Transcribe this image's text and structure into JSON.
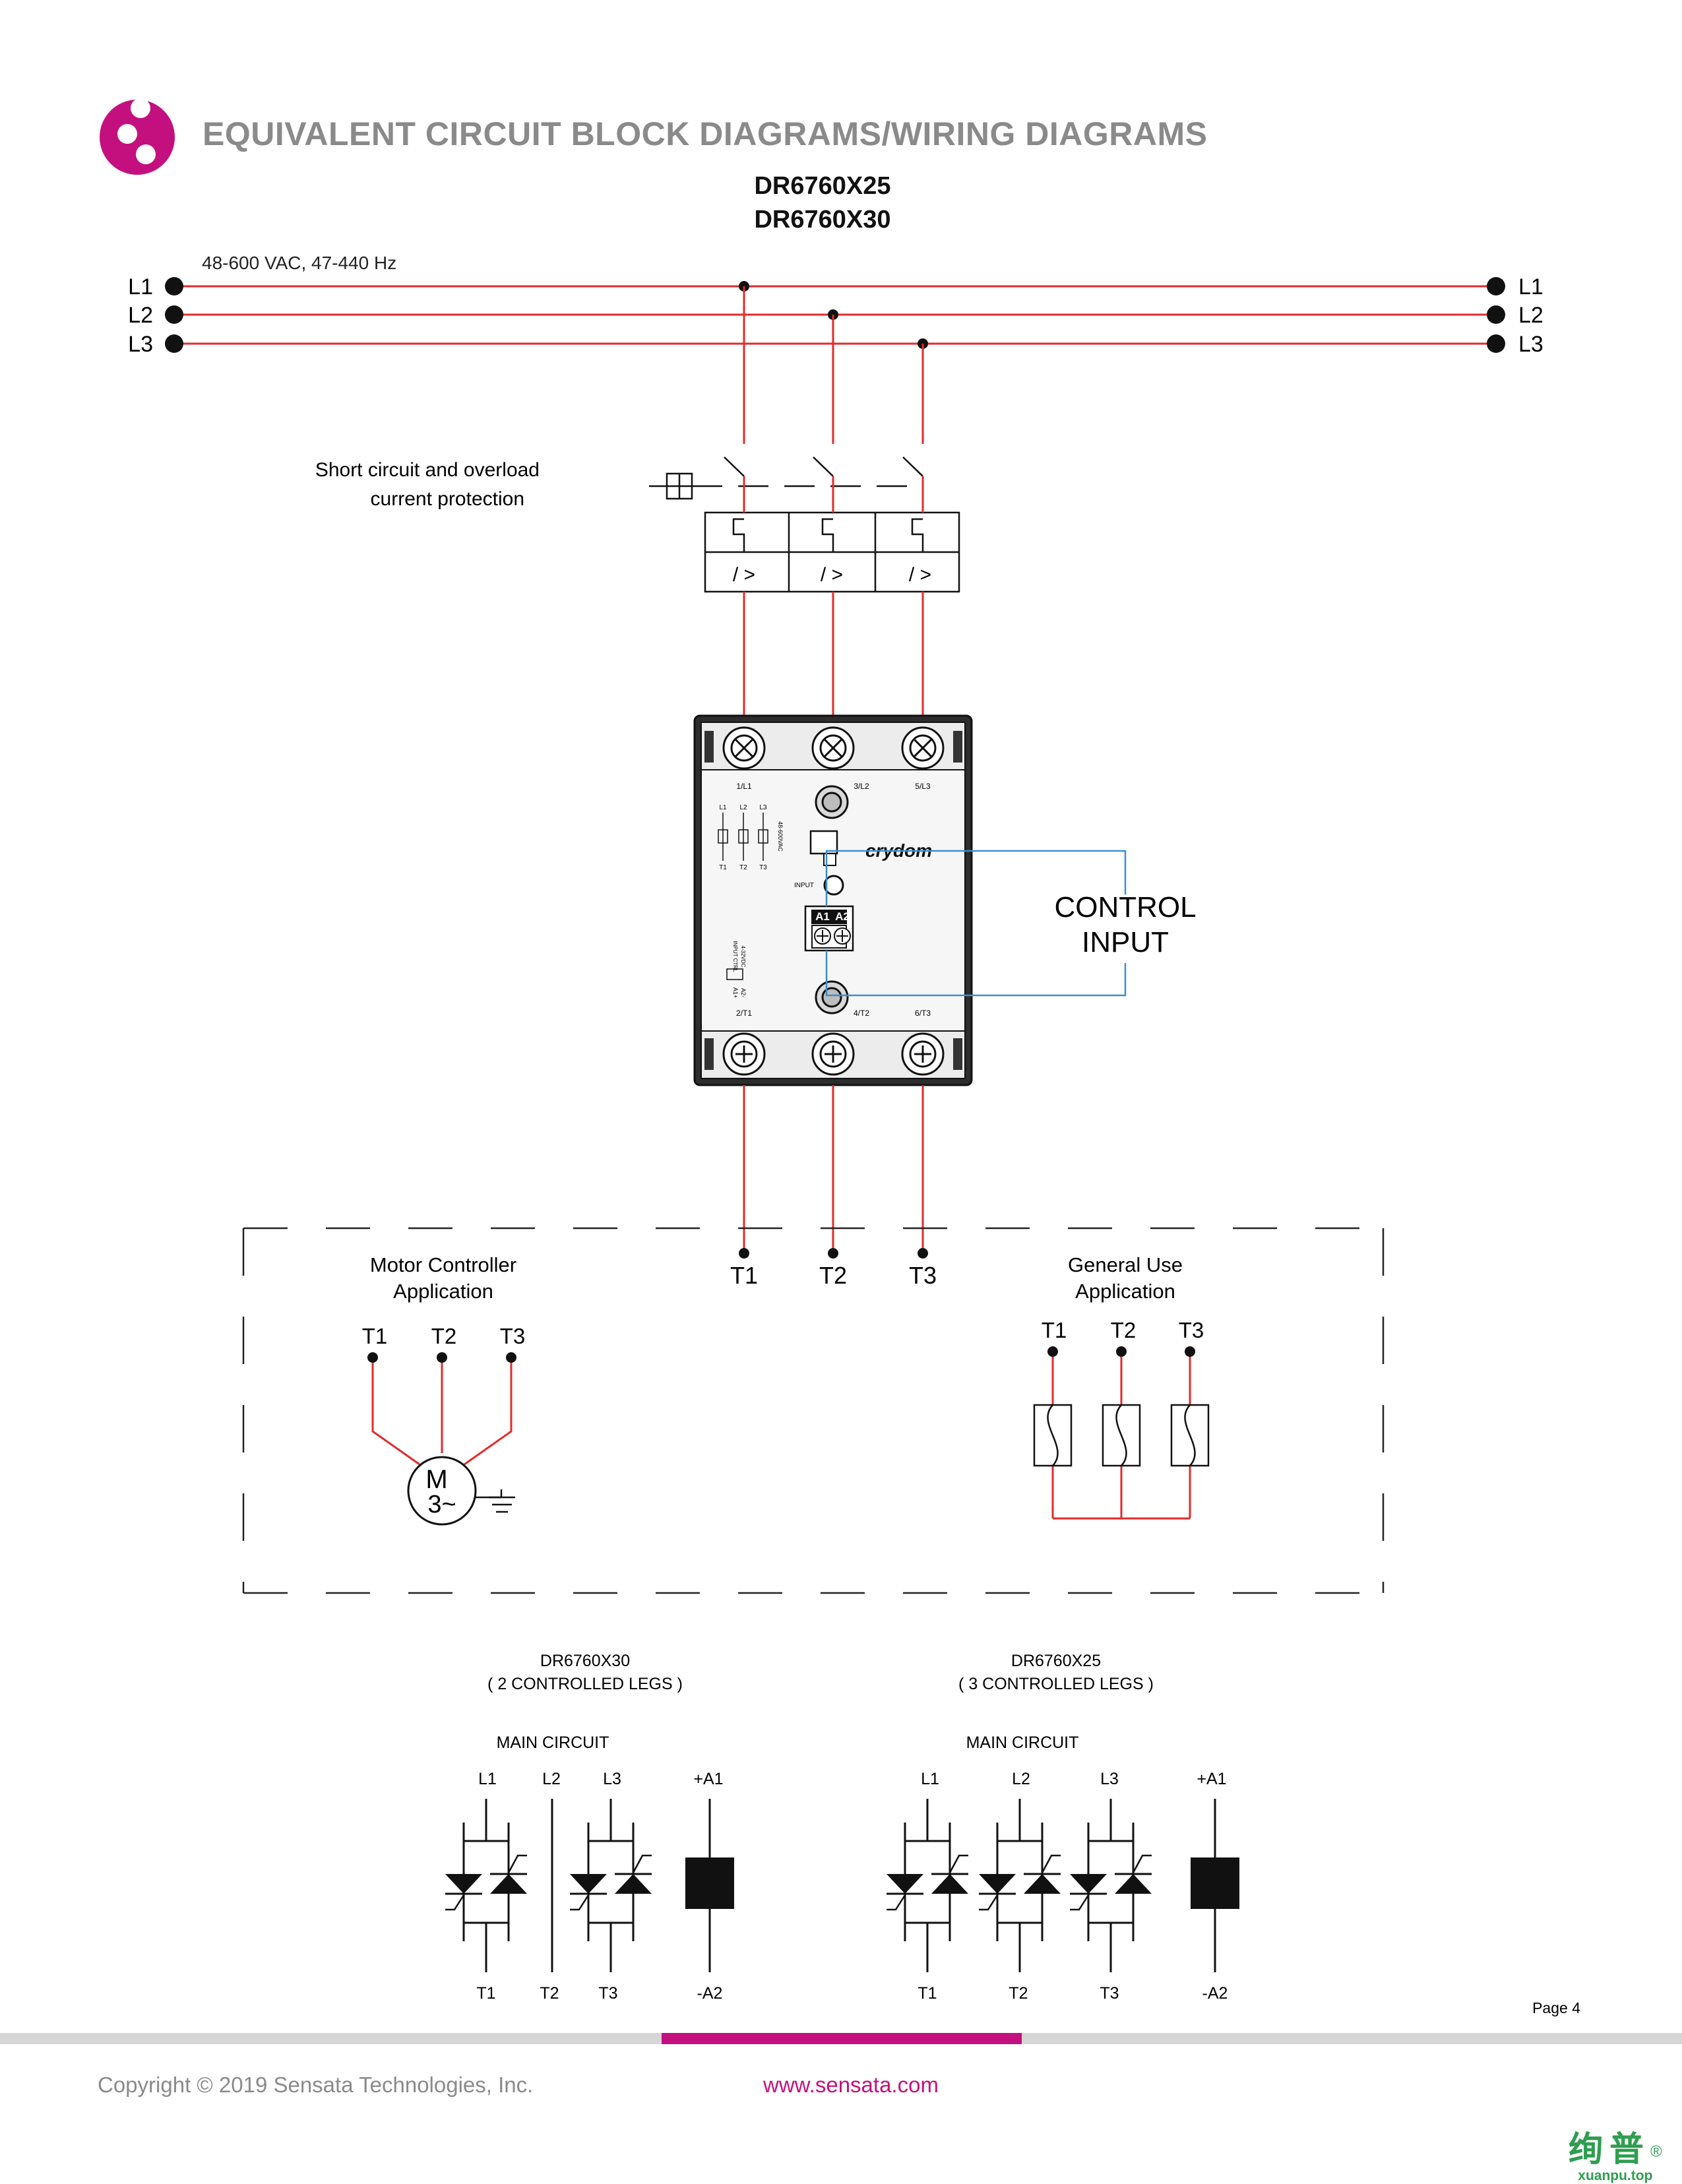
{
  "header": {
    "title": "EQUIVALENT CIRCUIT BLOCK DIAGRAMS/WIRING DIAGRAMS"
  },
  "models": {
    "line1": "DR6760X25",
    "line2": "DR6760X30"
  },
  "supply": {
    "spec": "48-600 VAC, 47-440 Hz",
    "lines_left": [
      "L1",
      "L2",
      "L3"
    ],
    "lines_right": [
      "L1",
      "L2",
      "L3"
    ]
  },
  "protection": {
    "label_line1": "Short circuit and overload",
    "label_line2": "current protection",
    "trip_symbol": "/ >"
  },
  "relay": {
    "brand": "crydom",
    "top_terminals": [
      "1/L1",
      "3/L2",
      "5/L3"
    ],
    "bottom_terminals": [
      "2/T1",
      "4/T2",
      "6/T3"
    ],
    "input_label": "INPUT",
    "a_terminals": [
      "A1",
      "A2"
    ],
    "mini_lines_top": [
      "L1",
      "L2",
      "L3"
    ],
    "mini_lines_bottom": [
      "T1",
      "T2",
      "T3"
    ],
    "voltage_text": "48-600VAC",
    "ctrl_text": "INPUT CTRL",
    "ctrl_voltage": "4-32VDC",
    "ctrl_pins": [
      "A1+",
      "A2-"
    ]
  },
  "control_input": {
    "line1": "CONTROL",
    "line2": "INPUT"
  },
  "outputs": [
    "T1",
    "T2",
    "T3"
  ],
  "motor_app": {
    "title_line1": "Motor Controller",
    "title_line2": "Application",
    "terminals": [
      "T1",
      "T2",
      "T3"
    ],
    "motor_m": "M",
    "motor_phase": "3~"
  },
  "general_app": {
    "title_line1": "General Use",
    "title_line2": "Application",
    "terminals": [
      "T1",
      "T2",
      "T3"
    ]
  },
  "schem_x30": {
    "model": "DR6760X30",
    "legs": "( 2 CONTROLLED LEGS )",
    "main": "MAIN CIRCUIT",
    "top": [
      "L1",
      "L2",
      "L3",
      "+A1"
    ],
    "bottom": [
      "T1",
      "T2",
      "T3",
      "-A2"
    ]
  },
  "schem_x25": {
    "model": "DR6760X25",
    "legs": "( 3 CONTROLLED LEGS )",
    "main": "MAIN CIRCUIT",
    "top": [
      "L1",
      "L2",
      "L3",
      "+A1"
    ],
    "bottom": [
      "T1",
      "T2",
      "T3",
      "-A2"
    ]
  },
  "footer": {
    "page": "Page 4",
    "copyright": "Copyright © 2019 Sensata Technologies, Inc.",
    "website": "www.sensata.com"
  },
  "watermark": {
    "main": "绚普",
    "sub": "xuanpu.top",
    "reg": "®"
  },
  "colors": {
    "wire": "#e32b2b",
    "control": "#3a8fd1",
    "accent": "#c4107f",
    "title_gray": "#8a8a8a"
  }
}
